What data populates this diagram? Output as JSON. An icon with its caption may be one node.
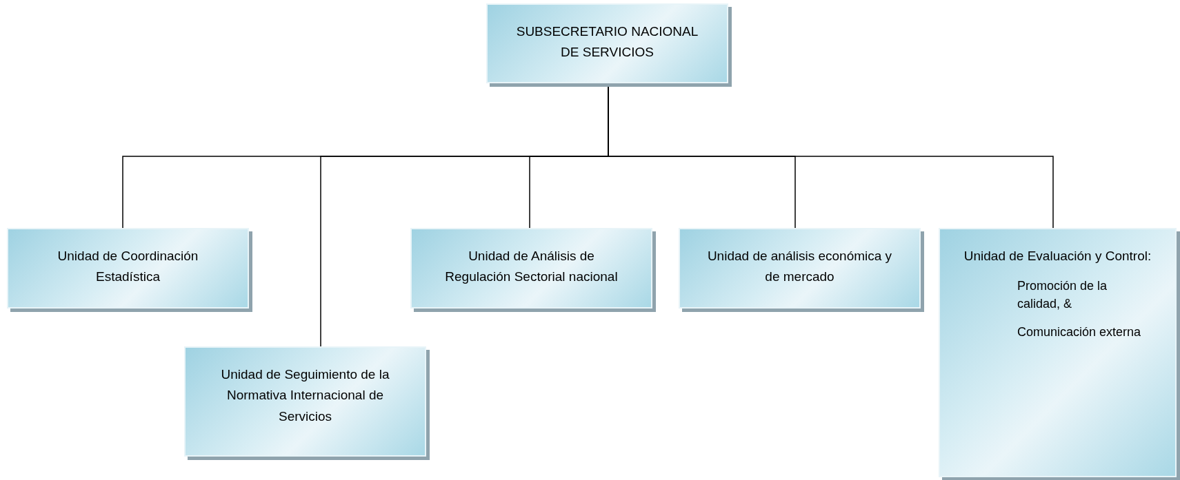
{
  "diagram": {
    "nodes": [
      {
        "text": [
          "SUBSECRETARIO NACIONAL DE SERVICIOS"
        ]
      },
      {
        "text": [
          "Unidad de Coordinación Estadística"
        ]
      },
      {
        "text": [
          "Unidad de Seguimiento de la Normativa Internacional de Servicios"
        ]
      },
      {
        "text": [
          "Unidad de Análisis de Regulación Sectorial nacional"
        ]
      },
      {
        "text": [
          "Unidad de análisis económica y de mercado"
        ]
      },
      {
        "text": [
          "Unidad de Evaluación y Control:",
          "Promoción de la calidad, &",
          "Comunicación externa"
        ]
      }
    ],
    "edges": [
      {
        "from": 0,
        "to": 1,
        "arrow": "none"
      },
      {
        "from": 0,
        "to": 2,
        "arrow": "none"
      },
      {
        "from": 0,
        "to": 3,
        "arrow": "none"
      },
      {
        "from": 0,
        "to": 4,
        "arrow": "none"
      },
      {
        "from": 0,
        "to": 5,
        "arrow": "none"
      }
    ]
  }
}
